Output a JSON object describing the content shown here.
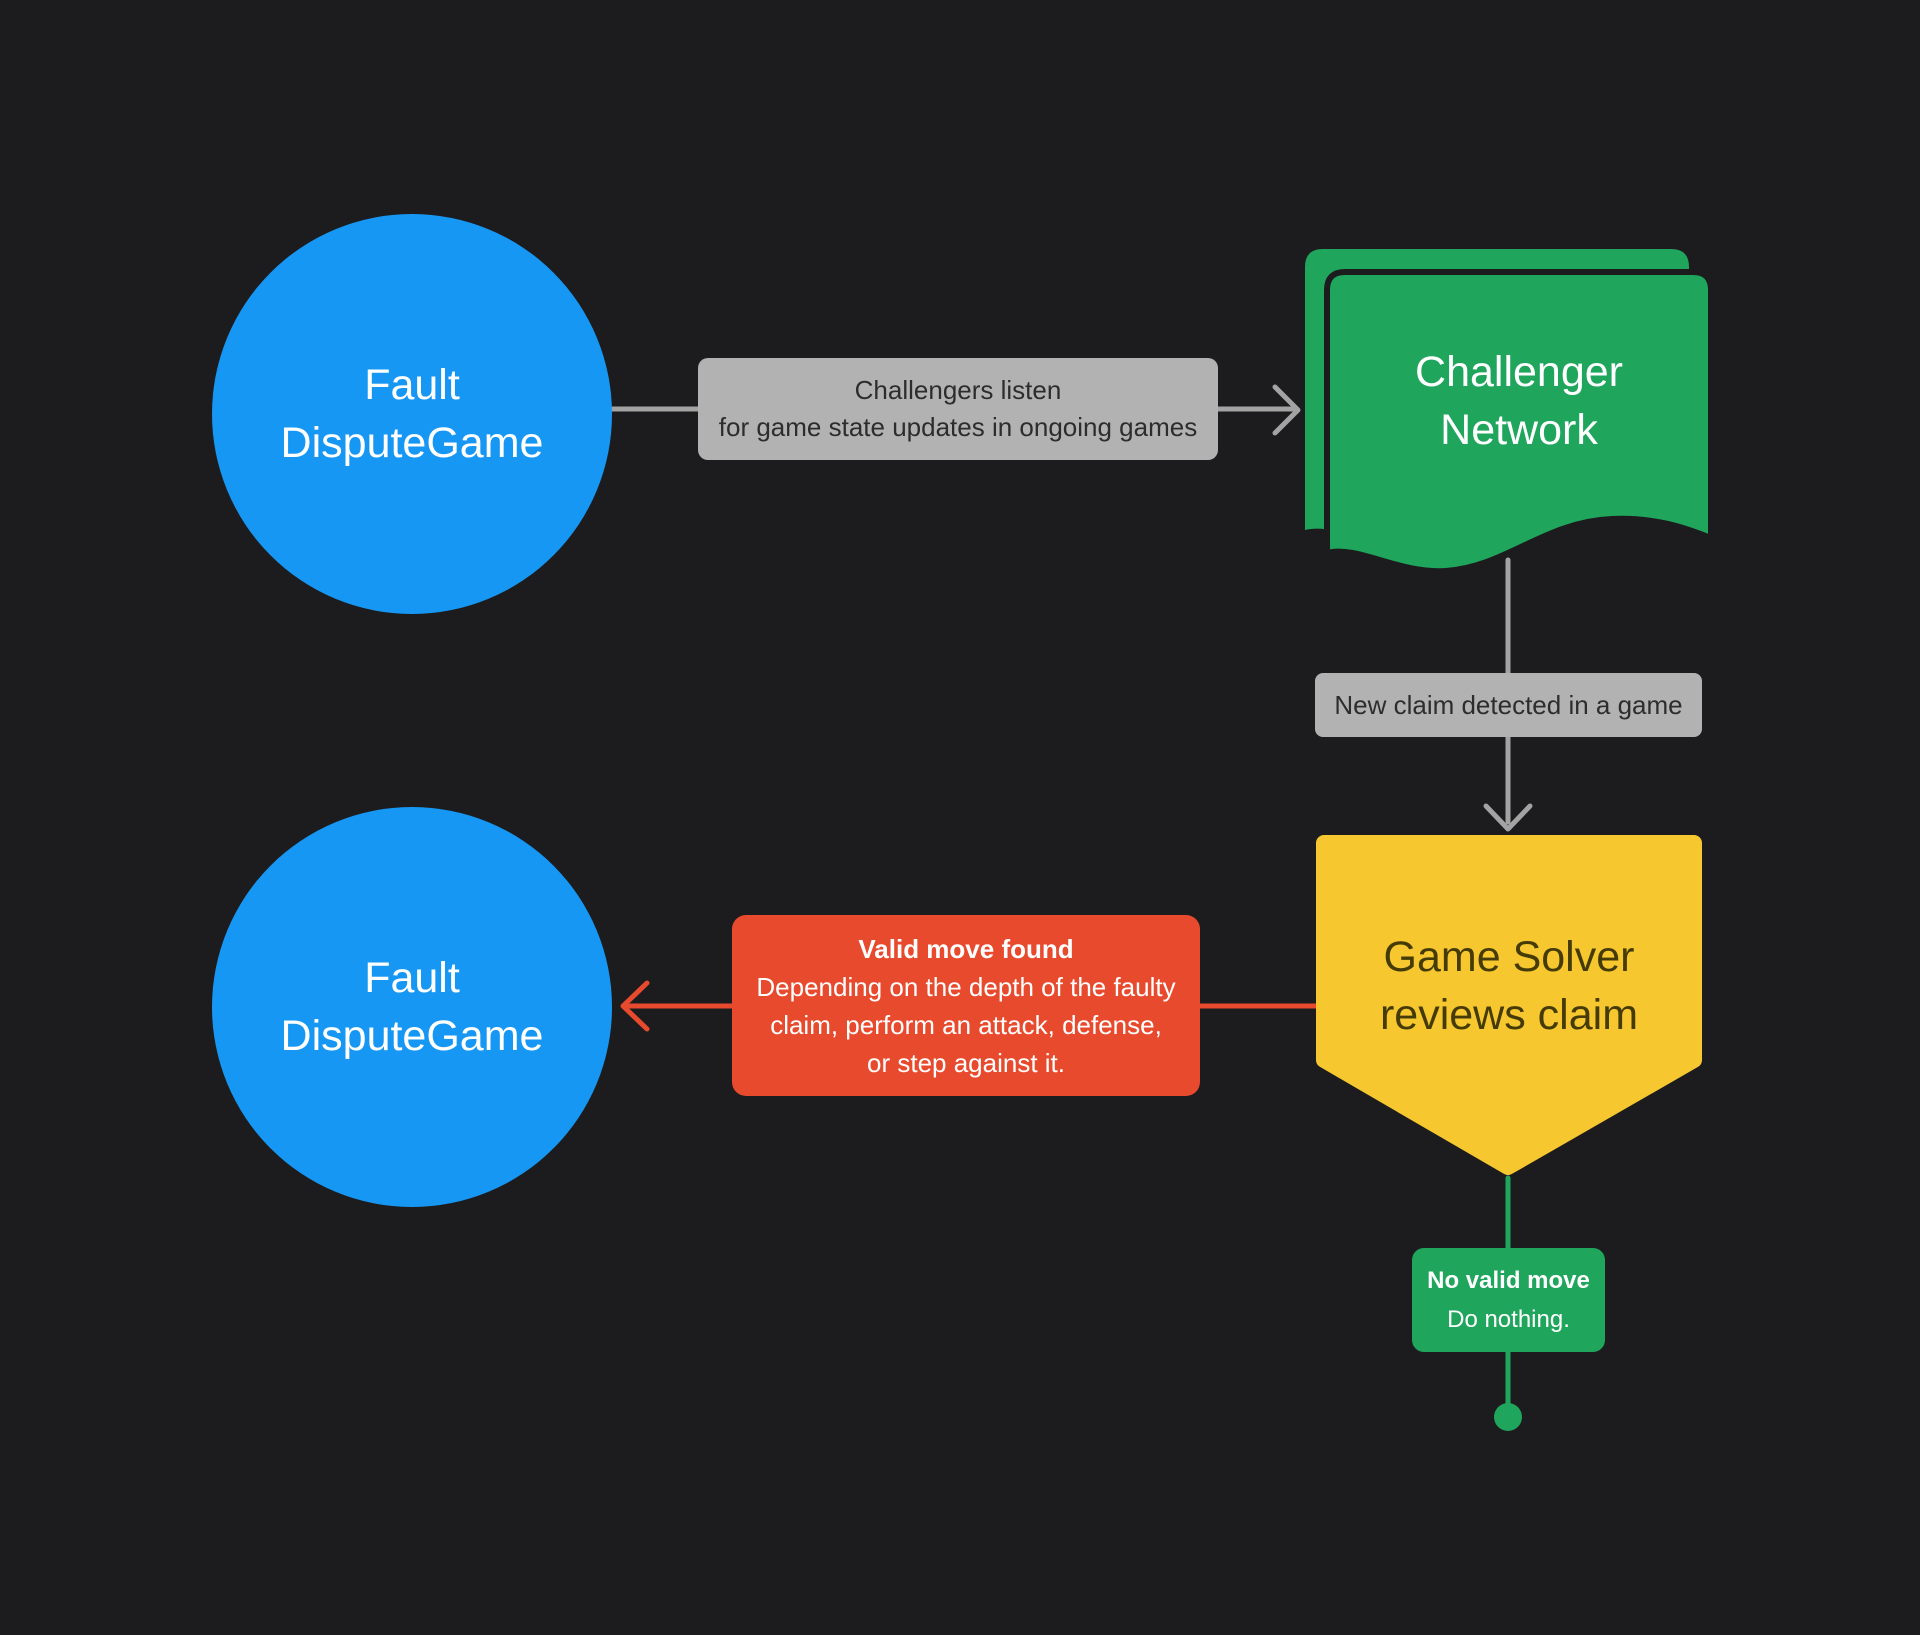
{
  "diagram": {
    "background_color": "#1c1c1e",
    "nodes": {
      "fault_dispute_game_top": {
        "line1": "Fault",
        "line2": "DisputeGame",
        "shape": "circle",
        "color": "#1797f4"
      },
      "challenger_network": {
        "line1": "Challenger",
        "line2": "Network",
        "shape": "flag-stack",
        "color": "#1fa65c"
      },
      "game_solver": {
        "line1": "Game Solver",
        "line2": "reviews claim",
        "shape": "pentagon-down",
        "color": "#f6c72f"
      },
      "fault_dispute_game_bottom": {
        "line1": "Fault",
        "line2": "DisputeGame",
        "shape": "circle",
        "color": "#1797f4"
      }
    },
    "edge_labels": {
      "challengers_listen": {
        "line1": "Challengers listen",
        "line2": "for game state updates in ongoing games",
        "bg": "#b3b2b3",
        "text_color": "#2d2d2d"
      },
      "new_claim": {
        "text": "New claim detected in a game",
        "bg": "#b3b2b3",
        "text_color": "#2d2d2d"
      },
      "valid_move": {
        "title": "Valid move found",
        "lines": [
          "Depending on the depth of the faulty",
          "claim, perform an attack, defense,",
          "or step against it."
        ],
        "bg": "#e84a2d",
        "text_color": "#ffffff"
      },
      "no_valid_move": {
        "title": "No valid move",
        "body": "Do nothing.",
        "bg": "#1fa65c",
        "text_color": "#ffffff"
      }
    },
    "connector_colors": {
      "gray": "#a3a3a3",
      "red": "#e84a2d",
      "green": "#1fa65c"
    }
  }
}
